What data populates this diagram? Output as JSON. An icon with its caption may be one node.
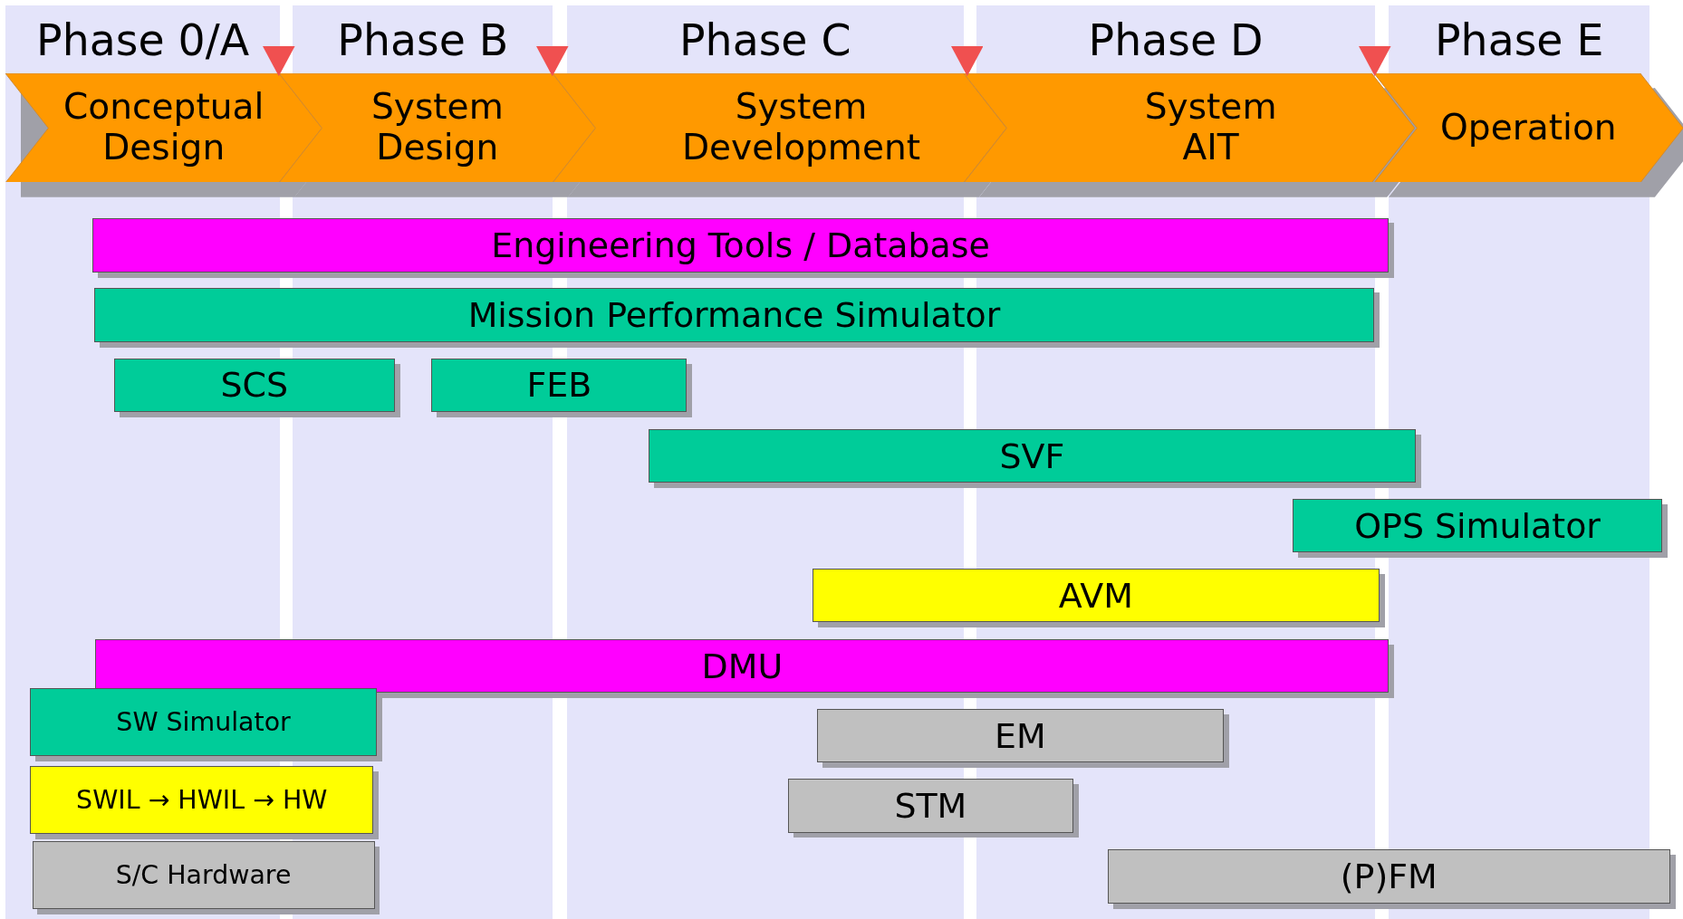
{
  "diagram": {
    "nodes": [
      {
        "text": [
          "Phase 0/A"
        ]
      },
      {
        "text": [
          "Phase B"
        ]
      },
      {
        "text": [
          "Phase C"
        ]
      },
      {
        "text": [
          "Phase D"
        ]
      },
      {
        "text": [
          "Phase E"
        ]
      },
      {
        "text": [
          "Conceptual Design"
        ]
      },
      {
        "text": [
          "System Design"
        ]
      },
      {
        "text": [
          "System Development"
        ]
      },
      {
        "text": [
          "System AIT"
        ]
      },
      {
        "text": [
          "Operation"
        ]
      },
      {
        "text": [
          "Engineering Tools / Database"
        ]
      },
      {
        "text": [
          "Mission Performance Simulator"
        ]
      },
      {
        "text": [
          "SCS"
        ]
      },
      {
        "text": [
          "FEB"
        ]
      },
      {
        "text": [
          "SVF"
        ]
      },
      {
        "text": [
          "OPS Simulator"
        ]
      },
      {
        "text": [
          "AVM"
        ]
      },
      {
        "text": [
          "DMU"
        ]
      },
      {
        "text": [
          "SW Simulator"
        ]
      },
      {
        "text": [
          "EM"
        ]
      },
      {
        "text": [
          "SWIL → HWIL → HW"
        ]
      },
      {
        "text": [
          "STM"
        ]
      },
      {
        "text": [
          "S/C Hardware"
        ]
      },
      {
        "text": [
          "(P)FM"
        ]
      }
    ]
  }
}
